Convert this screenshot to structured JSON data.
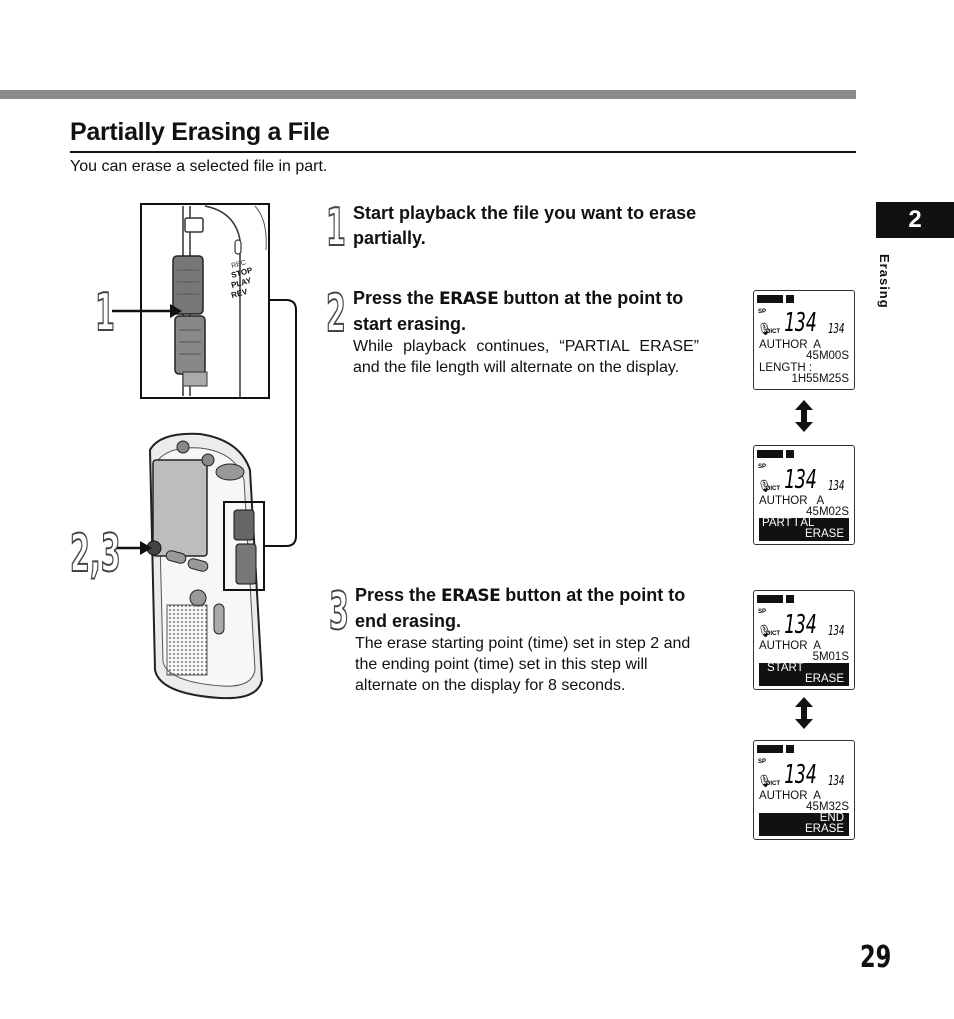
{
  "page": {
    "title": "Partially Erasing a File",
    "intro": "You can erase a selected file in part.",
    "chapter_number": "2",
    "chapter_label": "Erasing",
    "page_number": "29"
  },
  "steps": [
    {
      "number": "1",
      "heading": "Start playback the file you want to erase partially."
    },
    {
      "number": "2",
      "heading_pre": "Press the ",
      "heading_key": "ERASE",
      "heading_post": " button at the point to start erasing.",
      "body": "While playback continues, “PARTIAL ERASE” and the file length will alternate on the display."
    },
    {
      "number": "3",
      "heading_pre": "Press the ",
      "heading_key": "ERASE",
      "heading_post": " button at the point to end erasing.",
      "body": "The erase starting point (time) set in step 2 and the ending point (time) set in this step will alternate on the display for 8 seconds."
    }
  ],
  "callouts": {
    "top": "1",
    "bottom": "2,3"
  },
  "device_labels": [
    "REC",
    "STOP",
    "PLAY",
    "REV"
  ],
  "displays": [
    {
      "digits": "134",
      "small": "134",
      "line1": "AUTHOR  A",
      "line2": "45M00S",
      "line3": "LENGTH :",
      "line4": "1H55M25S"
    },
    {
      "digits": "134",
      "small": "134",
      "line1": "AUTHOR   A",
      "line2": "45M02S",
      "bar_a": "PART I AL",
      "bar_b": "ERASE"
    },
    {
      "digits": "134",
      "small": "134",
      "line1": "AUTHOR  A",
      "line2": "5M01S",
      "bar_a": "START",
      "bar_b": "ERASE"
    },
    {
      "digits": "134",
      "small": "134",
      "line1": "AUTHOR  A",
      "line2": "45M32S",
      "bar_a": "END",
      "bar_b": "ERASE"
    }
  ],
  "lcd_icons": {
    "mic": "DICT",
    "mode": "SP"
  }
}
